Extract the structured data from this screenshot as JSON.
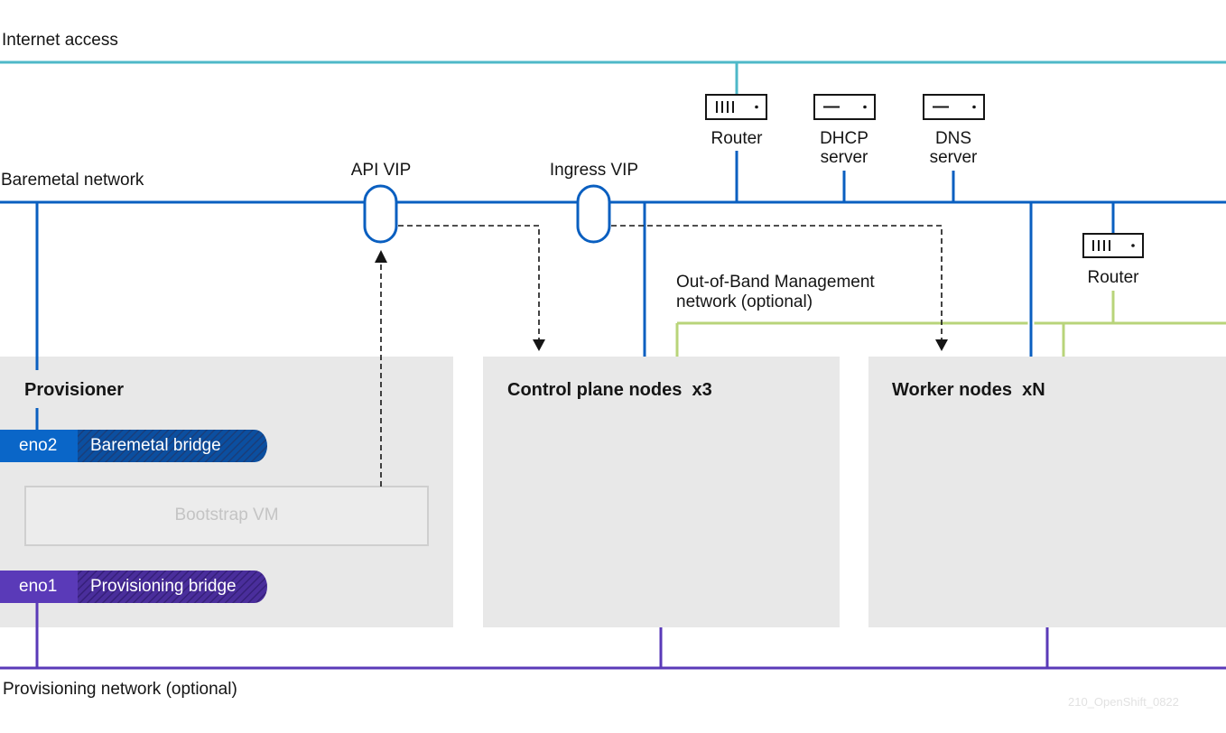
{
  "networks": {
    "internet": "Internet access",
    "baremetal": "Baremetal network",
    "provisioning": "Provisioning network (optional)",
    "oob_line1": "Out-of-Band Management",
    "oob_line2": "network (optional)"
  },
  "devices": {
    "router_top": "Router",
    "dhcp_line1": "DHCP",
    "dhcp_line2": "server",
    "dns_line1": "DNS",
    "dns_line2": "server",
    "router_right": "Router"
  },
  "vips": {
    "api": "API VIP",
    "ingress": "Ingress VIP"
  },
  "provisioner": {
    "title": "Provisioner",
    "eno2": "eno2",
    "baremetal_bridge": "Baremetal bridge",
    "bootstrap_vm": "Bootstrap VM",
    "eno1": "eno1",
    "provisioning_bridge": "Provisioning bridge"
  },
  "control_plane": {
    "title": "Control plane nodes  x3"
  },
  "workers": {
    "title": "Worker nodes  xN"
  },
  "watermark": "210_OpenShift_0822",
  "colors": {
    "internet_line": "#4eb8c8",
    "baremetal_line": "#0a5fc0",
    "provisioning_line": "#5a3ab8",
    "oob_line": "#b8d47a",
    "box_fill": "#e8e8e8",
    "eno2_fill": "#0a66c8",
    "eno1_fill": "#5a3ab8"
  }
}
